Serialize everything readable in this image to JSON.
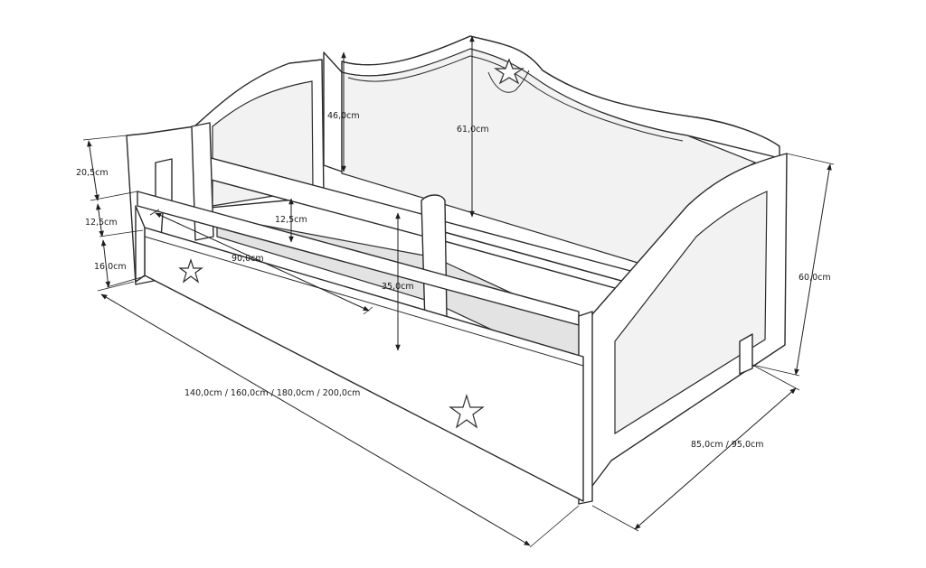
{
  "dimensions": {
    "headrest_inner_height": "46,0cm",
    "headrest_total_height": "61,0cm",
    "side_top_height": "20,5cm",
    "rail_height": "12,5cm",
    "front_gap_height": "12,5cm",
    "drawer_height": "16,0cm",
    "opening_width": "90,0cm",
    "mattress_height": "35,0cm",
    "total_height": "60,0cm",
    "length_options": "140,0cm / 160,0cm / 180,0cm / 200,0cm",
    "depth_options": "85,0cm / 95,0cm"
  },
  "decorations": {
    "headrest_icon": "star-icon",
    "drawer_icons": [
      "star-icon",
      "star-icon"
    ]
  }
}
